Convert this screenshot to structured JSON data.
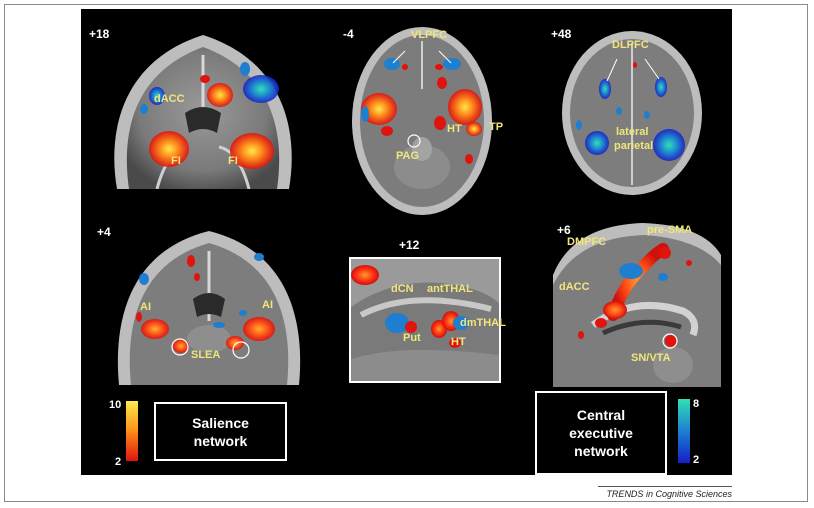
{
  "panels": {
    "coronal_top": {
      "slice": "+18",
      "labels": {
        "dacc": "dACC",
        "fi_left": "FI",
        "fi_right": "FI"
      }
    },
    "axial_mid": {
      "slice": "-4",
      "labels": {
        "vlpfc": "VLPFC",
        "pag": "PAG",
        "ht": "HT",
        "tp": "TP"
      }
    },
    "axial_top": {
      "slice": "+48",
      "labels": {
        "dlpfc": "DLPFC",
        "lateral": "lateral",
        "parietal": "parietal"
      }
    },
    "coronal_bottom": {
      "slice": "+4",
      "labels": {
        "ai_left": "AI",
        "ai_right": "AI",
        "slea": "SLEA"
      }
    },
    "inset": {
      "slice": "+12",
      "labels": {
        "dcn": "dCN",
        "antthal": "antTHAL",
        "dmthal": "dmTHAL",
        "put": "Put",
        "ht": "HT"
      }
    },
    "sagittal": {
      "slice": "+6",
      "labels": {
        "dmpfc": "DMPFC",
        "presma": "pre-SMA",
        "dacc": "dACC",
        "snvta": "SN/VTA"
      }
    }
  },
  "salience_scale": {
    "max": "10",
    "min": "2"
  },
  "executive_scale": {
    "max": "8",
    "min": "2"
  },
  "salience_box": {
    "line1": "Salience",
    "line2": "network"
  },
  "executive_box": {
    "line1": "Central",
    "line2": "executive",
    "line3": "network"
  },
  "credit": "TRENDS in Cognitive Sciences",
  "colors": {
    "salience_hot": "#ffe94d",
    "salience_mid": "#ff6a1a",
    "salience_low": "#e0130f",
    "executive_high": "#2fe0b6",
    "executive_mid": "#1e7fd0",
    "executive_low": "#1320c8",
    "label": "#f0e67a"
  }
}
